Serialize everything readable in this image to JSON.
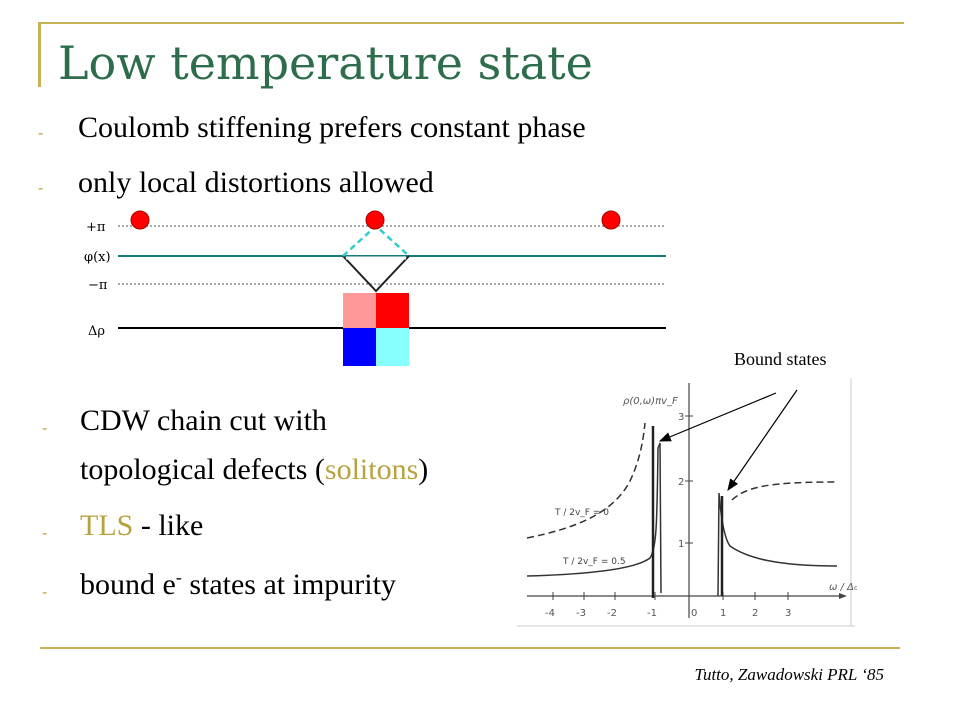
{
  "slide": {
    "title": "Low temperature state",
    "bullets": [
      {
        "text": "Coulomb stiffening prefers constant phase"
      },
      {
        "text": "only local distortions allowed"
      },
      {
        "line1": "CDW chain cut with",
        "line2_pre": "topological defects (",
        "line2_highlight": "solitons",
        "line2_post": ")"
      },
      {
        "highlight": "TLS",
        "rest": " - like"
      },
      {
        "pre": "bound e",
        "sup": "-",
        "post": " states at impurity"
      }
    ],
    "citation": "Tutto, Zawadowski PRL ‘85"
  },
  "diagram": {
    "labels": {
      "plus_pi": "+π",
      "phi": "φ(x)",
      "minus_pi": "−π",
      "delta_rho": "Δρ"
    },
    "colors": {
      "dot": "#ff0000",
      "phase_line": "#1a7a7a",
      "dashed_soliton": "#33cccc",
      "square_tl": "#ff9999",
      "square_tr": "#ff0000",
      "square_bl": "#0000ff",
      "square_br": "#88ffff"
    }
  },
  "figure": {
    "bound_states_label": "Bound states",
    "y_axis_label": "ρ(0,ω)πv_F",
    "y_ticks": [
      "1",
      "2",
      "3"
    ],
    "x_ticks": [
      "-4",
      "-3",
      "-2",
      "-1",
      "0",
      "1",
      "2",
      "3"
    ],
    "x_axis_label": "ω / Δ₀",
    "curve_label_1": "T / 2v_F = 0",
    "curve_label_2": "T / 2v_F = 0.5"
  }
}
